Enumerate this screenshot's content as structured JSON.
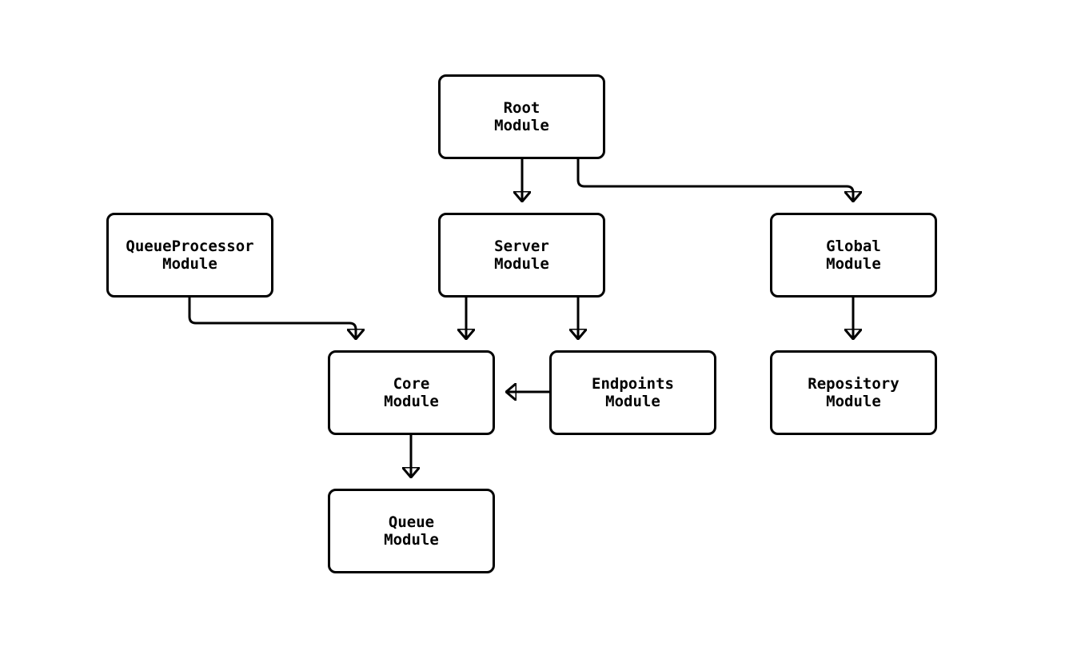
{
  "diagram": {
    "type": "module-dependency-graph",
    "background_color": "#ffffff",
    "node_fill_color": "#ffffff",
    "node_border_color": "#000000",
    "edge_color": "#000000",
    "text_color": "#000000"
  },
  "nodes": {
    "root": {
      "label": "Root\nModule"
    },
    "queueprocessor": {
      "label": "QueueProcessor\nModule"
    },
    "server": {
      "label": "Server\nModule"
    },
    "global": {
      "label": "Global\nModule"
    },
    "core": {
      "label": "Core\nModule"
    },
    "endpoints": {
      "label": "Endpoints\nModule"
    },
    "repository": {
      "label": "Repository\nModule"
    },
    "queue": {
      "label": "Queue\nModule"
    }
  },
  "edges": [
    {
      "from": "Root Module",
      "to": "Server Module"
    },
    {
      "from": "Root Module",
      "to": "Global Module"
    },
    {
      "from": "QueueProcessor Module",
      "to": "Core Module"
    },
    {
      "from": "Server Module",
      "to": "Core Module"
    },
    {
      "from": "Server Module",
      "to": "Endpoints Module"
    },
    {
      "from": "Endpoints Module",
      "to": "Core Module"
    },
    {
      "from": "Core Module",
      "to": "Queue Module"
    },
    {
      "from": "Global Module",
      "to": "Repository Module"
    }
  ]
}
